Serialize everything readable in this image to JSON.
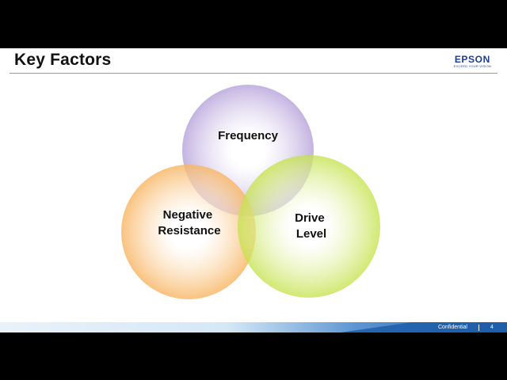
{
  "slide": {
    "title": "Key Factors",
    "logo": {
      "brand": "EPSON",
      "tagline": "EXCEED YOUR VISION"
    },
    "footer": {
      "label": "Confidential",
      "page_number": "4"
    }
  },
  "diagram": {
    "type": "venn",
    "sets": [
      {
        "label_lines": [
          "Frequency"
        ],
        "color": "#b9a6dc"
      },
      {
        "label_lines": [
          "Negative",
          "Resistance"
        ],
        "color": "#f8b562"
      },
      {
        "label_lines": [
          "Drive",
          "Level"
        ],
        "color": "#c5e24c"
      }
    ]
  },
  "colors": {
    "brand": "#1a3d8f",
    "footer_light": "#d5e7f6",
    "footer_dark": "#1c5faa"
  }
}
